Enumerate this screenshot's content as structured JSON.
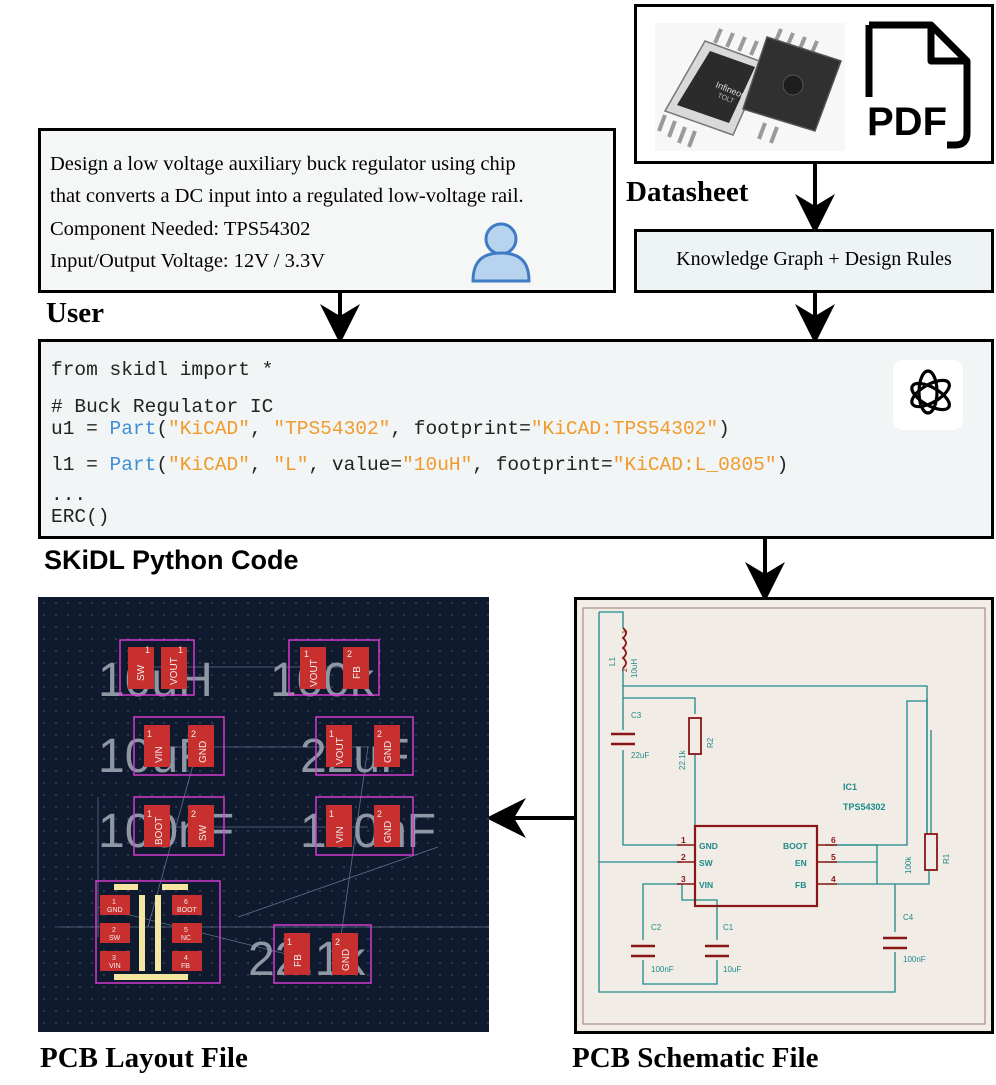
{
  "user": {
    "lines": [
      "Design a low voltage auxiliary buck regulator using chip",
      "that converts a DC input into a regulated low-voltage rail.",
      "Component Needed: TPS54302",
      "Input/Output Voltage: 12V / 3.3V"
    ],
    "label": "User"
  },
  "datasheet": {
    "chip_brand": "Infineon",
    "chip_model": "TOLT",
    "pdf_text": "PDF",
    "label": "Datasheet"
  },
  "knowledge": {
    "text": "Knowledge Graph + Design Rules"
  },
  "code": {
    "line1": "from skidl import *",
    "comment": "# Buck Regulator IC",
    "u1_prefix": "u1 = ",
    "part_fn": "Part",
    "open_paren": "(",
    "u1_lib": "\"KiCAD\"",
    "comma_space": ", ",
    "u1_name": "\"TPS54302\"",
    "u1_mid": ", footprint=",
    "u1_fp": "\"KiCAD:TPS54302\"",
    "close_paren": ")",
    "l1_prefix": "l1 = ",
    "l1_lib": "\"KiCAD\"",
    "l1_name": "\"L\"",
    "l1_value_kw": ", value=",
    "l1_value": "\"10uH\"",
    "l1_fp_kw": ", footprint=",
    "l1_fp": "\"KiCAD:L_0805\"",
    "ellipsis": "...",
    "erc": "ERC()",
    "label": "SKiDL Python Code"
  },
  "pcb": {
    "label": "PCB Layout File",
    "components": [
      {
        "pad1": "SW",
        "pad2": "VOUT",
        "value": "10uH"
      },
      {
        "pad1": "VOUT",
        "pad2": "FB",
        "value": "100k"
      },
      {
        "pad1": "VIN",
        "pad2": "GND",
        "value": "10uF"
      },
      {
        "pad1": "VOUT",
        "pad2": "GND",
        "value": "22uF"
      },
      {
        "pad1": "BOOT",
        "pad2": "SW",
        "value": "100nF"
      },
      {
        "pad1": "VIN",
        "pad2": "GND",
        "value": "100nF"
      },
      {
        "pad1": "FB",
        "pad2": "GND",
        "value": "22.1k"
      }
    ],
    "ic_pads_left": [
      "GND",
      "SW",
      "VIN"
    ],
    "ic_pads_right": [
      "BOOT",
      "NC",
      "FB"
    ],
    "pad_num1": "1",
    "pad_num2": "2",
    "ic_nums_left": [
      "1",
      "2",
      "3"
    ],
    "ic_nums_right": [
      "6",
      "5",
      "4"
    ]
  },
  "schematic": {
    "label": "PCB Schematic File",
    "ic_ref": "IC1",
    "ic_part": "TPS54302",
    "ic_left_pins": [
      {
        "num": "1",
        "name": "GND"
      },
      {
        "num": "2",
        "name": "SW"
      },
      {
        "num": "3",
        "name": "VIN"
      }
    ],
    "ic_right_pins": [
      {
        "num": "6",
        "name": "BOOT"
      },
      {
        "num": "5",
        "name": "EN"
      },
      {
        "num": "4",
        "name": "FB"
      }
    ],
    "l1_ref": "L1",
    "l1_val": "10uH",
    "c3_ref": "C3",
    "c3_val": "22uF",
    "r2_ref": "R2",
    "r2_val": "22.1k",
    "r1_ref": "R1",
    "r1_val": "100k",
    "c2_ref": "C2",
    "c2_val": "100nF",
    "c1_ref": "C1",
    "c1_val": "10uF",
    "c4_ref": "C4",
    "c4_val": "100nF",
    "pin1": "1",
    "pin2": "2"
  },
  "colors": {
    "pcb_bg": "#0f1a2e",
    "pad_red": "#c8302f",
    "outline_magenta": "#d43bd0",
    "silk_yellow": "#f2e6a0",
    "sch_red": "#8a1616",
    "sch_green": "#1d8a8a",
    "code_blue": "#3e8ed6",
    "code_orange": "#f29a2c"
  }
}
